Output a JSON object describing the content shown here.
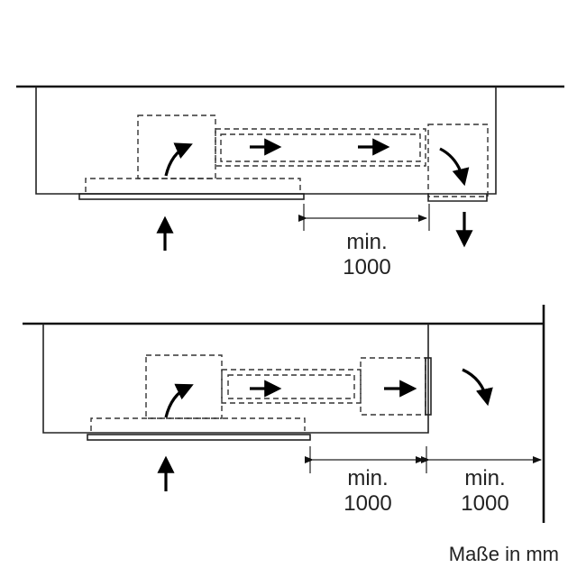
{
  "top_diagram": {
    "dimension": {
      "line1": "min.",
      "line2": "1000"
    }
  },
  "bottom_diagram": {
    "dimension_left": {
      "line1": "min.",
      "line2": "1000"
    },
    "dimension_right": {
      "line1": "min.",
      "line2": "1000"
    }
  },
  "units_note": "Maße in mm"
}
